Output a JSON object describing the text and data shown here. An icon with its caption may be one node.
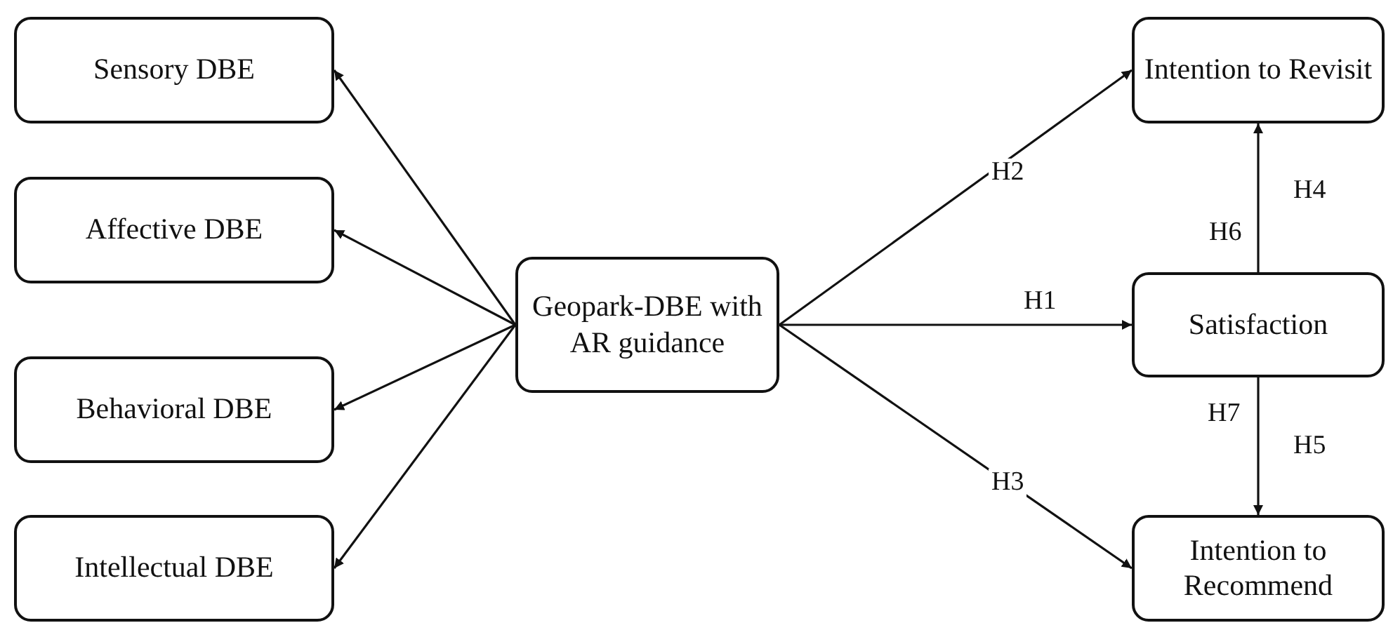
{
  "diagram": {
    "nodes": [
      {
        "text": [
          "Sensory DBE"
        ]
      },
      {
        "text": [
          "Affective DBE"
        ]
      },
      {
        "text": [
          "Behavioral DBE"
        ]
      },
      {
        "text": [
          "Intellectual DBE"
        ]
      },
      {
        "text": [
          "Geopark-DBE with AR guidance"
        ]
      },
      {
        "text": [
          "Intention to Revisit"
        ]
      },
      {
        "text": [
          "Satisfaction"
        ]
      },
      {
        "text": [
          "Intention to Recommend"
        ]
      }
    ],
    "edges": [
      {
        "from": 4,
        "to": 0,
        "arrow": "to"
      },
      {
        "from": 4,
        "to": 1,
        "arrow": "to"
      },
      {
        "from": 4,
        "to": 2,
        "arrow": "to"
      },
      {
        "from": 4,
        "to": 3,
        "arrow": "to"
      },
      {
        "from": 4,
        "to": 5,
        "arrow": "to",
        "label": "H2"
      },
      {
        "from": 4,
        "to": 6,
        "arrow": "to",
        "label": "H1"
      },
      {
        "from": 4,
        "to": 7,
        "arrow": "to",
        "label": "H3"
      },
      {
        "from": 6,
        "to": 5,
        "arrow": "to",
        "label": "H4"
      },
      {
        "from": 6,
        "to": 7,
        "arrow": "to",
        "label": "H5"
      }
    ],
    "labels": [
      "H6",
      "H7"
    ]
  }
}
